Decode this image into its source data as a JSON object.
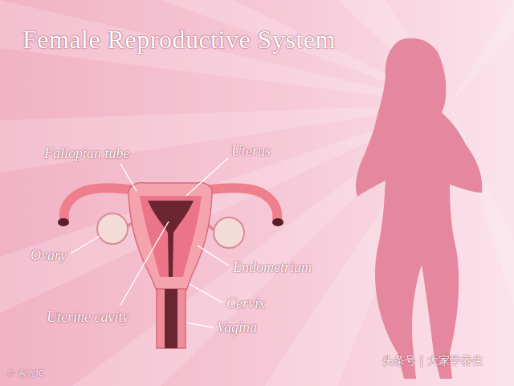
{
  "diagram": {
    "title": "Female Reproductive System",
    "labels": [
      "Fallopian tube",
      "Uterus",
      "Ovary",
      "Endometrium",
      "Uterine cavity",
      "Cervix",
      "Vagina",
      "© 东方IC",
      "头条号 | 大家学养生"
    ]
  }
}
